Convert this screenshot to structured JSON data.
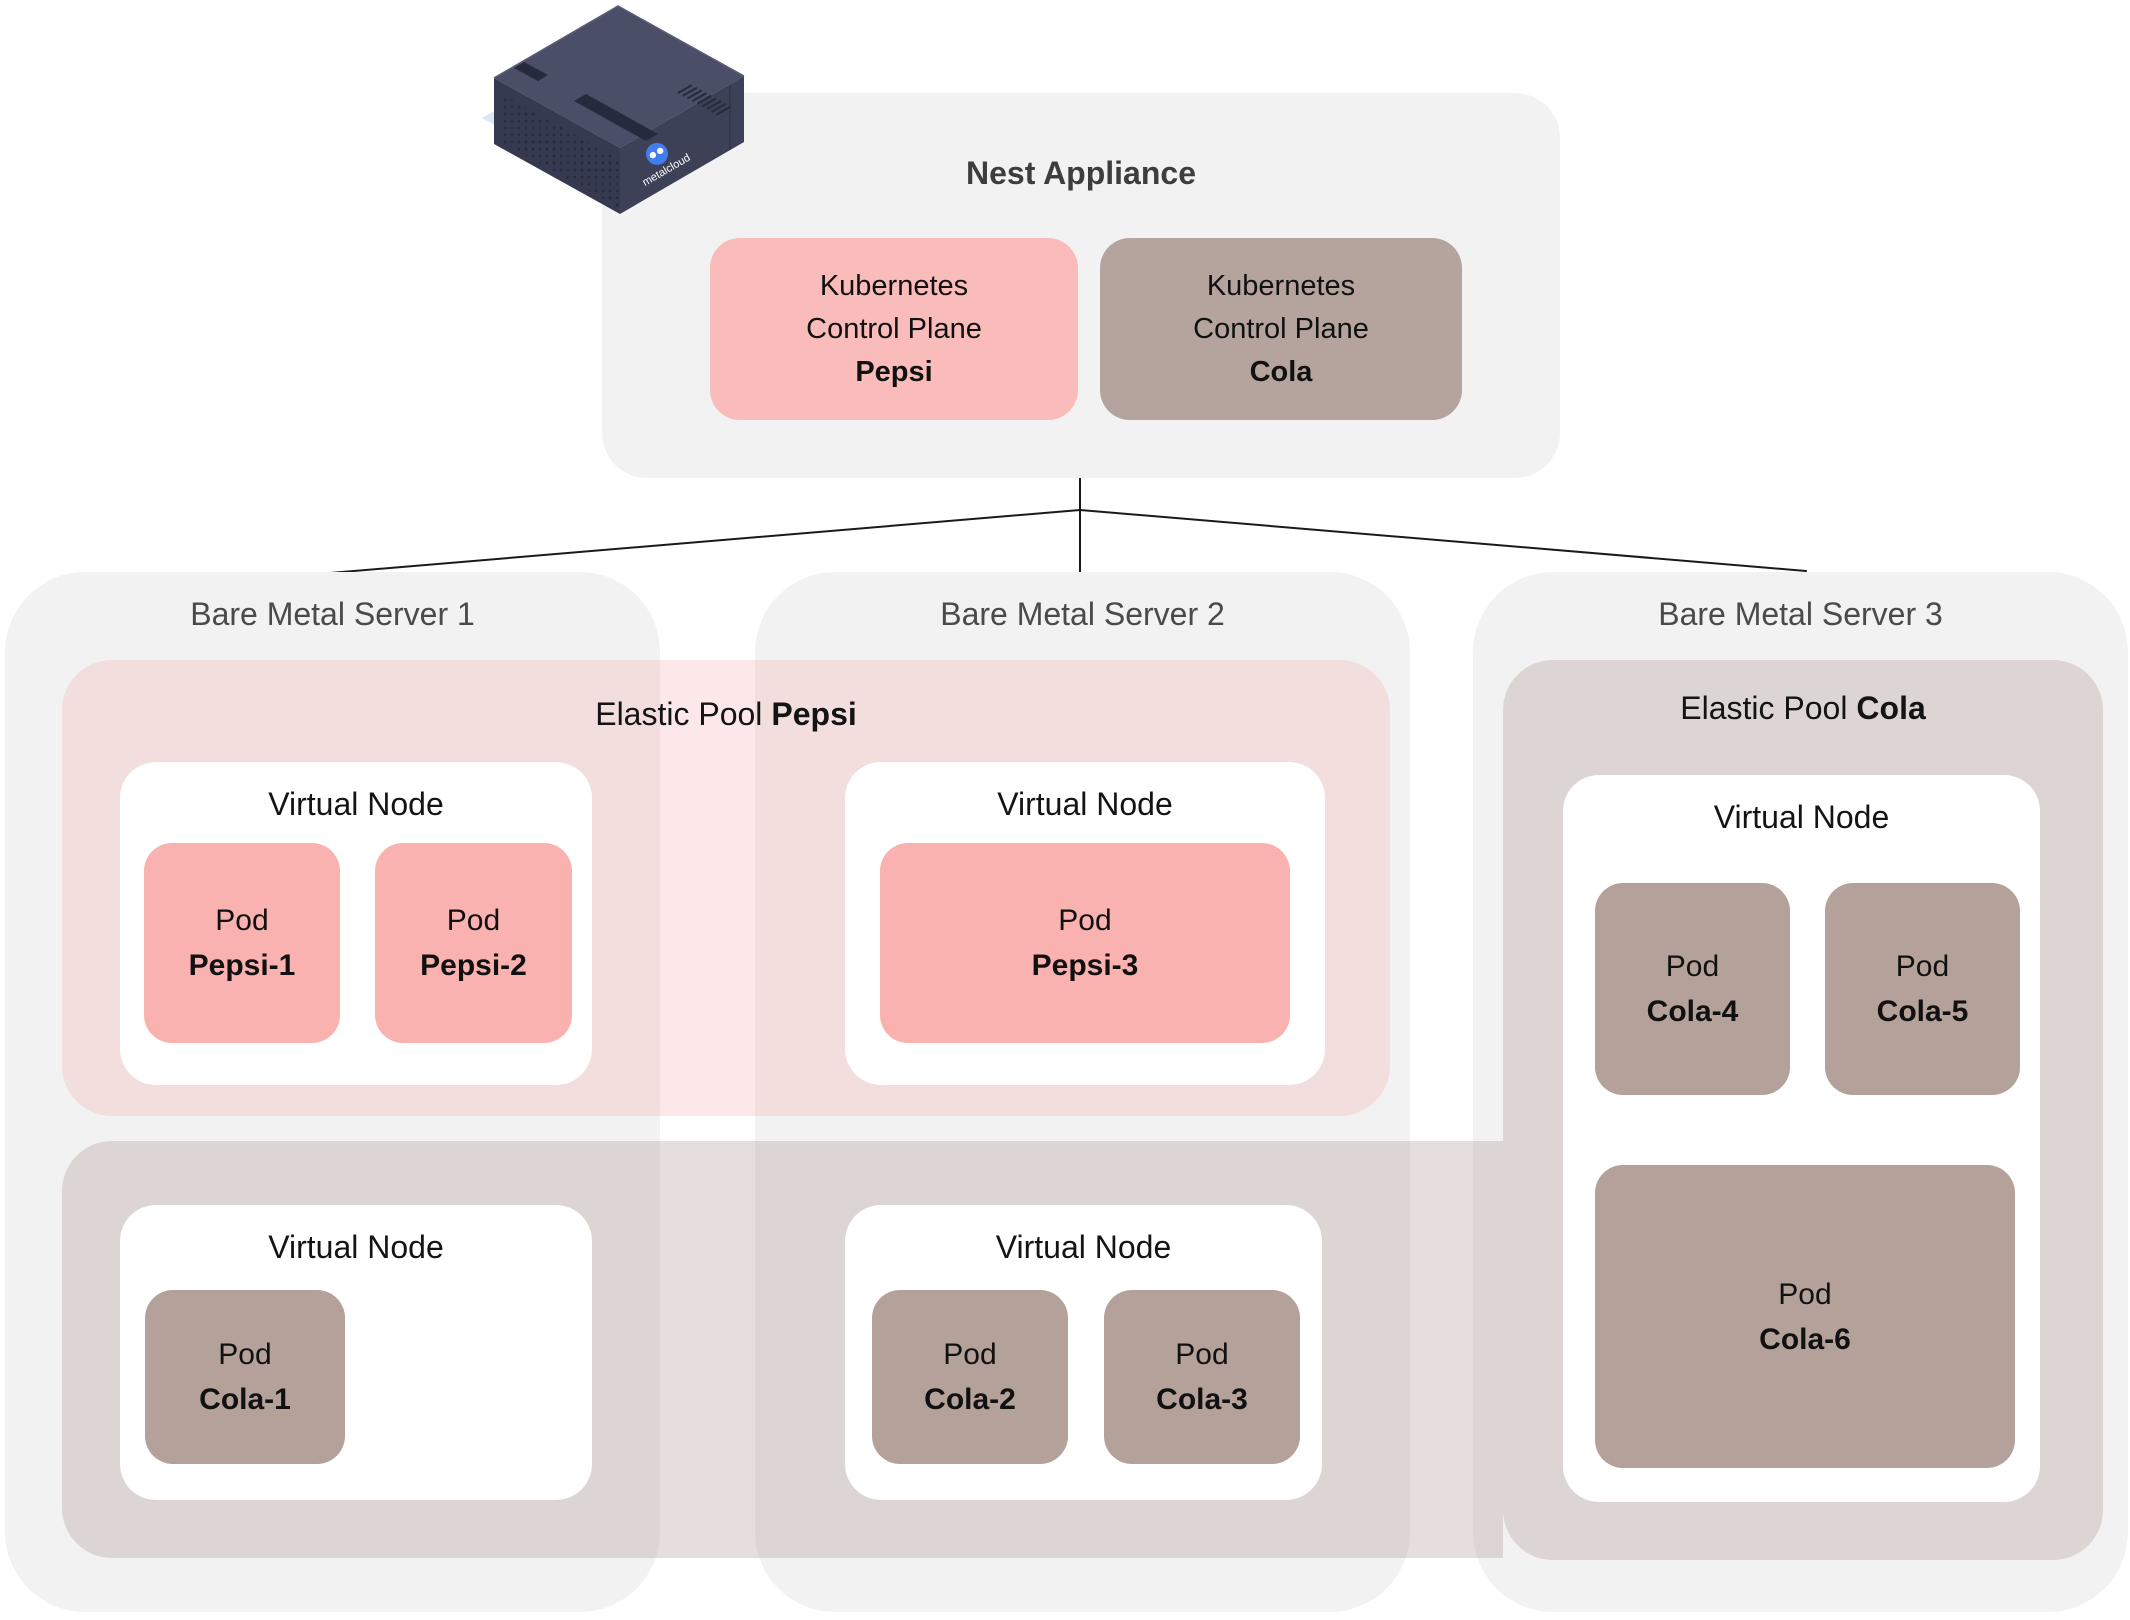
{
  "colors": {
    "background": "#ffffff",
    "container_gray": "#f3f2f2",
    "pepsi_pod": "#f9b2b0",
    "pepsi_control_plane": "#fabcba",
    "pepsi_pool_overlay": "rgba(242,168,168,0.26)",
    "cola_pod": "#b3a19a",
    "cola_control_plane": "#b5a49d",
    "cola_pool_overlay": "rgba(180,159,152,0.34)",
    "virtual_node_bg": "#ffffff",
    "connector_line": "#1a1a1a",
    "title_text": "#3d3d3d",
    "server_label_text": "#4a4a4a",
    "body_text": "#111111",
    "appliance_body": "#3d4158",
    "appliance_shadow": "#dde6f8",
    "brand_blue": "#3f7df0"
  },
  "appliance": {
    "title": "Nest Appliance",
    "brand": "metalcloud",
    "control_planes": [
      {
        "line1": "Kubernetes",
        "line2": "Control Plane",
        "name": "Pepsi"
      },
      {
        "line1": "Kubernetes",
        "line2": "Control Plane",
        "name": "Cola"
      }
    ]
  },
  "servers": [
    {
      "label": "Bare Metal Server 1"
    },
    {
      "label": "Bare Metal Server 2"
    },
    {
      "label": "Bare Metal Server 3"
    }
  ],
  "pools": {
    "pepsi": {
      "label_prefix": "Elastic Pool",
      "name": "Pepsi"
    },
    "cola": {
      "label_prefix": "Elastic Pool",
      "name": "Cola"
    }
  },
  "node_label": "Virtual Node",
  "pod_label": "Pod",
  "virtual_nodes": [
    {
      "server": 1,
      "pool": "pepsi",
      "pods": [
        {
          "name": "Pepsi-1"
        },
        {
          "name": "Pepsi-2"
        }
      ]
    },
    {
      "server": 2,
      "pool": "pepsi",
      "pods": [
        {
          "name": "Pepsi-3"
        }
      ]
    },
    {
      "server": 1,
      "pool": "cola",
      "pods": [
        {
          "name": "Cola-1"
        }
      ]
    },
    {
      "server": 2,
      "pool": "cola",
      "pods": [
        {
          "name": "Cola-2"
        },
        {
          "name": "Cola-3"
        }
      ]
    },
    {
      "server": 3,
      "pool": "cola",
      "pods": [
        {
          "name": "Cola-4"
        },
        {
          "name": "Cola-5"
        },
        {
          "name": "Cola-6"
        }
      ]
    }
  ]
}
